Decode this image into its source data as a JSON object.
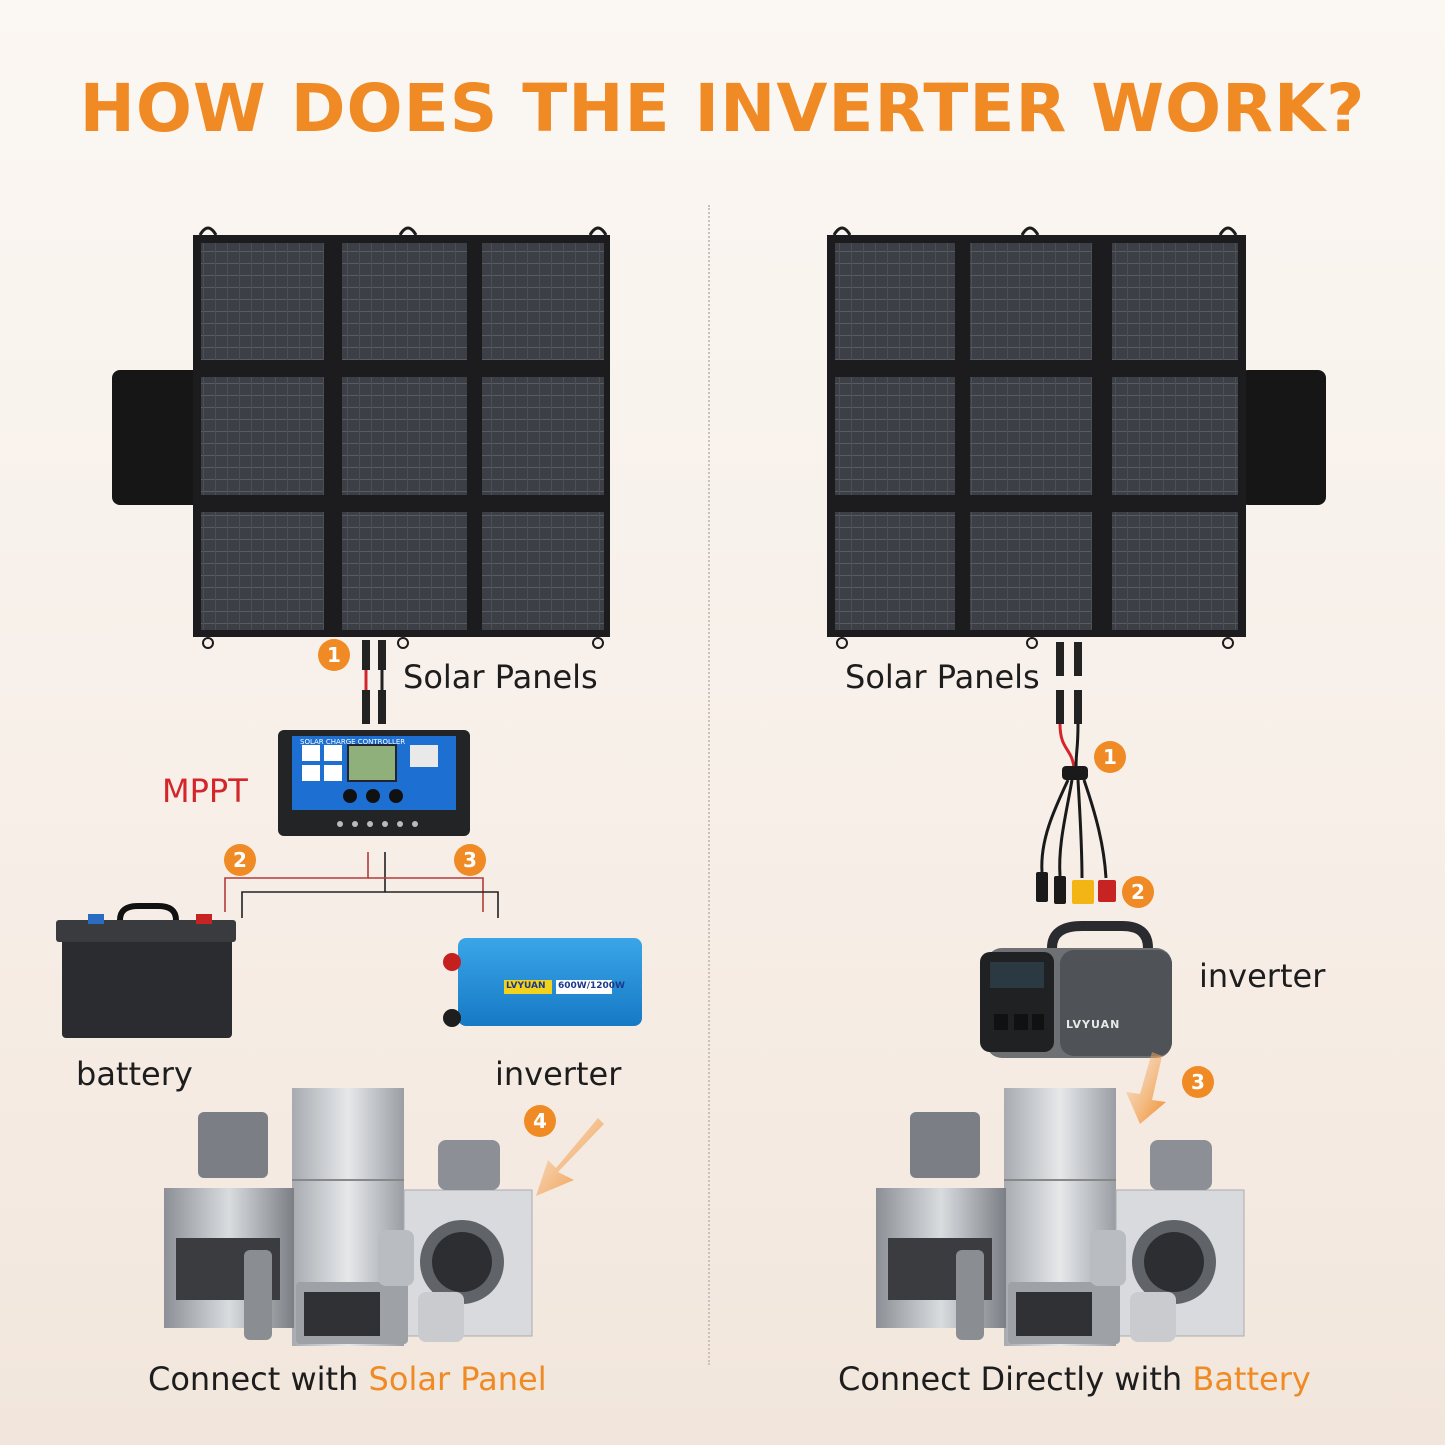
{
  "title": "HOW DOES THE INVERTER WORK?",
  "colors": {
    "accent": "#f08a24",
    "red": "#d4262a",
    "panel": "#3a3d42",
    "panel_frame": "#1c1c1e"
  },
  "left": {
    "solar_label": "Solar Panels",
    "mppt_label": "MPPT",
    "controller_text": "SOLAR CHARGE CONTROLLER",
    "battery_label": "battery",
    "inverter_label": "inverter",
    "inverter_brand": "LVYUAN",
    "inverter_rating": "600W/1200W",
    "caption_prefix": "Connect with ",
    "caption_highlight": "Solar Panel",
    "badges": [
      "1",
      "2",
      "3",
      "4"
    ]
  },
  "right": {
    "solar_label": "Solar Panels",
    "inverter_label": "inverter",
    "station_brand": "LVYUAN",
    "caption_prefix": "Connect Directly with ",
    "caption_highlight": "Battery",
    "badges": [
      "1",
      "2",
      "3"
    ]
  }
}
